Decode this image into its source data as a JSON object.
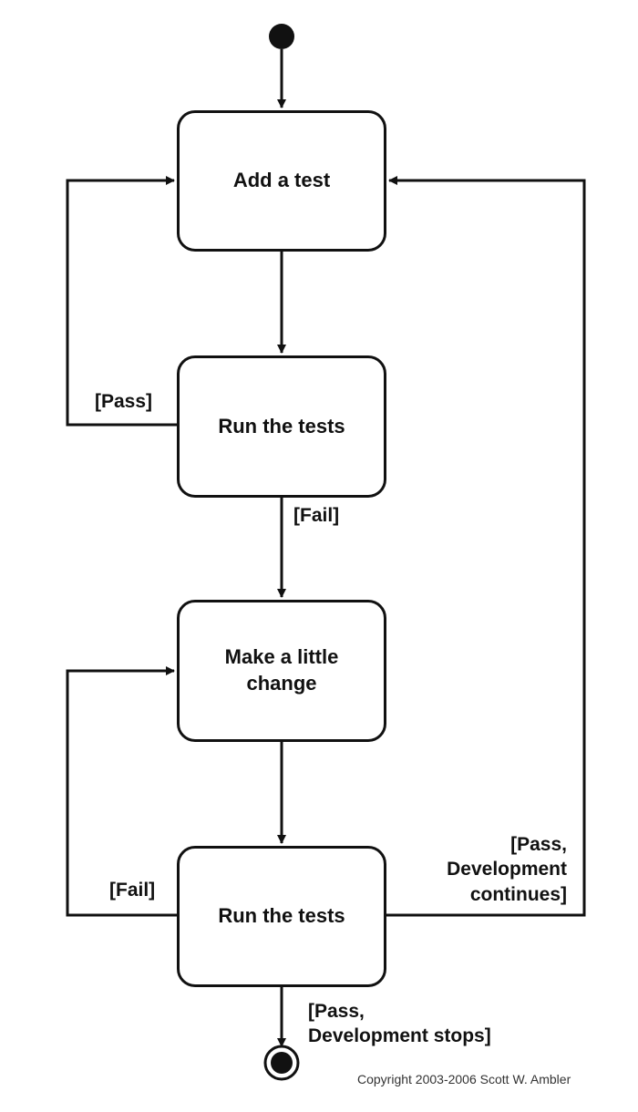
{
  "states": {
    "add_test": "Add a test",
    "run_tests_1": "Run the tests",
    "make_change_line1": "Make a little",
    "make_change_line2": "change",
    "run_tests_2": "Run the tests"
  },
  "guards": {
    "pass_1": "[Pass]",
    "fail_1": "[Fail]",
    "fail_2": "[Fail]",
    "pass_continue_line1": "[Pass,",
    "pass_continue_line2": "Development",
    "pass_continue_line3": "continues]",
    "pass_stop_line1": "[Pass,",
    "pass_stop_line2": "Development stops]"
  },
  "copyright": "Copyright 2003-2006 Scott W. Ambler"
}
